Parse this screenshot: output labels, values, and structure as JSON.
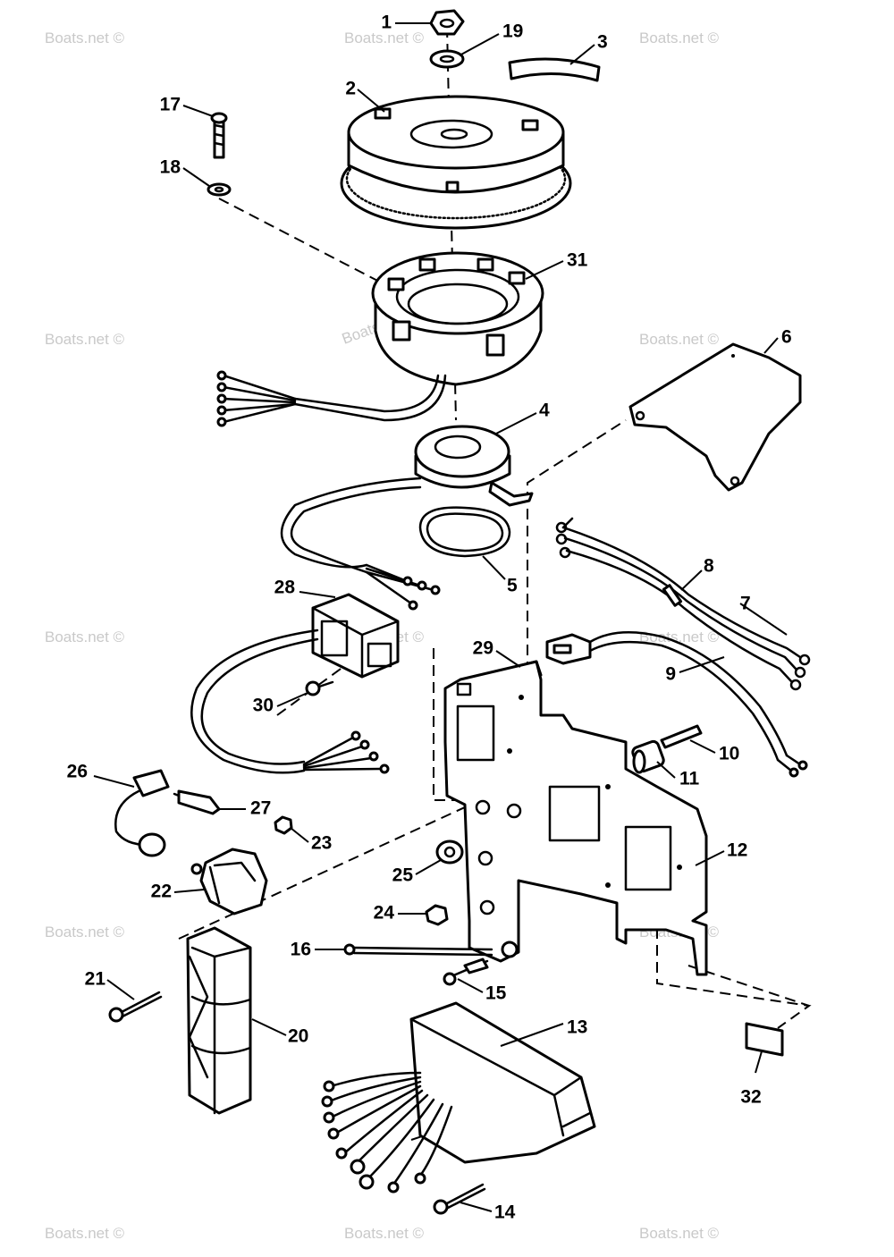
{
  "watermark": "Boats.net ©",
  "callouts": {
    "c1": "1",
    "c2": "2",
    "c3": "3",
    "c4": "4",
    "c5": "5",
    "c6": "6",
    "c7": "7",
    "c8": "8",
    "c9": "9",
    "c10": "10",
    "c11": "11",
    "c12": "12",
    "c13": "13",
    "c14": "14",
    "c15": "15",
    "c16": "16",
    "c17": "17",
    "c18": "18",
    "c19": "19",
    "c20": "20",
    "c21": "21",
    "c22": "22",
    "c23": "23",
    "c24": "24",
    "c25": "25",
    "c26": "26",
    "c27": "27",
    "c28": "28",
    "c29": "29",
    "c30": "30",
    "c31": "31",
    "c32": "32"
  }
}
